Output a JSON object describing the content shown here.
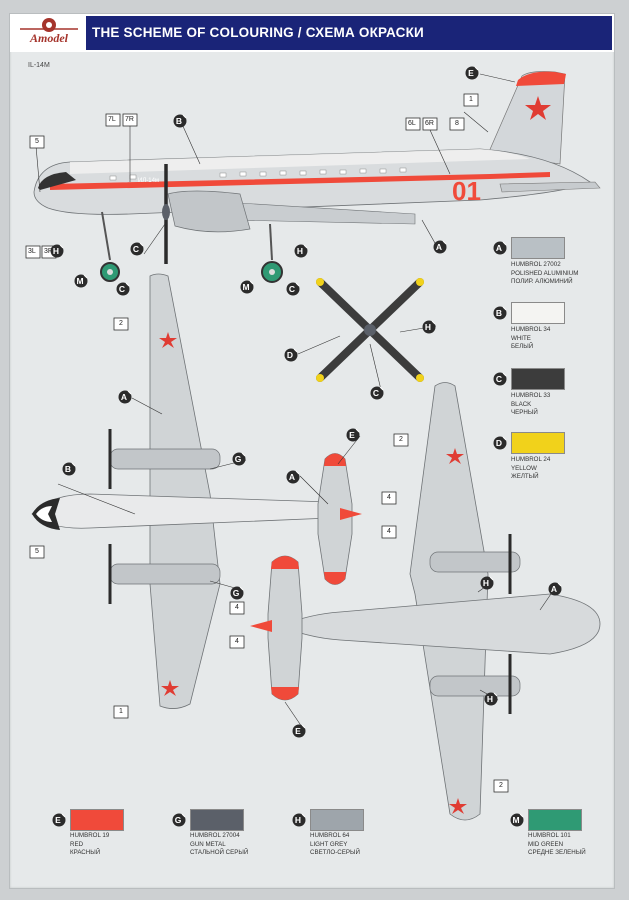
{
  "header": {
    "logo_text": "Amodel",
    "title": "THE SCHEME OF COLOURING / СХЕМА ОКРАСКИ"
  },
  "model_label": "IL-14M",
  "aircraft": {
    "registration_nose": "ИЛ-14м",
    "tail_number": "01"
  },
  "callouts": {
    "side_view": [
      "7L",
      "7R",
      "5",
      "6L",
      "6R",
      "8",
      "1",
      "3L",
      "3R"
    ],
    "top_view": [
      "2",
      "1",
      "5",
      "4",
      "4"
    ],
    "bottom_view": [
      "2",
      "2",
      "4",
      "4"
    ]
  },
  "paint_codes": {
    "A": {
      "letter": "A",
      "brand_code": "HUMBROL 27002",
      "name_en": "POLISHED ALUMINIUM",
      "name_ru": "ПОЛИР. АЛЮМИНИЙ",
      "color": "#b9c0c5"
    },
    "B": {
      "letter": "B",
      "brand_code": "HUMBROL 34",
      "name_en": "WHITE",
      "name_ru": "БЕЛЫЙ",
      "color": "#f4f4f2"
    },
    "C": {
      "letter": "C",
      "brand_code": "HUMBROL 33",
      "name_en": "BLACK",
      "name_ru": "ЧЕРНЫЙ",
      "color": "#3c3c3c"
    },
    "D": {
      "letter": "D",
      "brand_code": "HUMBROL 24",
      "name_en": "YELLOW",
      "name_ru": "ЖЕЛТЫЙ",
      "color": "#f1d21b"
    },
    "E": {
      "letter": "E",
      "brand_code": "HUMBROL 19",
      "name_en": "RED",
      "name_ru": "КРАСНЫЙ",
      "color": "#f04a3a"
    },
    "G": {
      "letter": "G",
      "brand_code": "HUMBROL 27004",
      "name_en": "GUN METAL",
      "name_ru": "СТАЛЬНОЙ СЕРЫЙ",
      "color": "#5b6069"
    },
    "H": {
      "letter": "H",
      "brand_code": "HUMBROL 64",
      "name_en": "LIGHT GREY",
      "name_ru": "СВЕТЛО-СЕРЫЙ",
      "color": "#9ea5ab"
    },
    "M": {
      "letter": "M",
      "brand_code": "HUMBROL 101",
      "name_en": "MID GREEN",
      "name_ru": "СРЕДНЕ ЗЕЛЕНЫЙ",
      "color": "#2f9a74"
    }
  }
}
